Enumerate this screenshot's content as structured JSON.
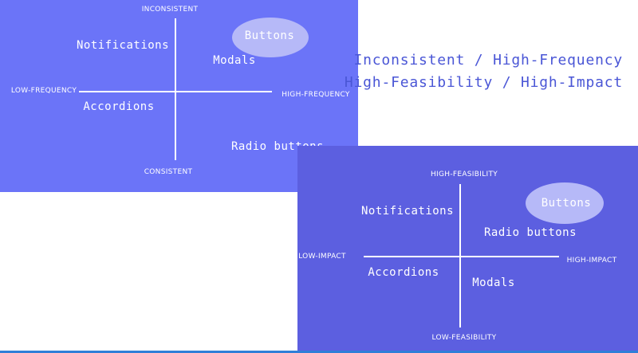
{
  "colors": {
    "panel_top": "#6b74f8",
    "panel_bottom": "#5c5fe0",
    "highlight": "#b6b9f8",
    "title_text": "#4a56d6",
    "bottom_edge": "#2f7fd8"
  },
  "titles": {
    "line1": "Inconsistent / High-Frequency",
    "line2": "High-Feasibility / High-Impact"
  },
  "matrix_frequency": {
    "axis_top": "INCONSISTENT",
    "axis_bottom": "CONSISTENT",
    "axis_left": "LOW-FREQUENCY",
    "axis_right": "HIGH-FREQUENCY",
    "items": {
      "notifications": "Notifications",
      "buttons": "Buttons",
      "modals": "Modals",
      "accordions": "Accordions",
      "radio_buttons": "Radio buttons"
    },
    "highlighted_item": "Buttons"
  },
  "matrix_impact": {
    "axis_top": "HIGH-FEASIBILITY",
    "axis_bottom": "LOW-FEASIBILITY",
    "axis_left": "LOW-IMPACT",
    "axis_right": "HIGH-IMPACT",
    "items": {
      "notifications": "Notifications",
      "buttons": "Buttons",
      "radio_buttons": "Radio buttons",
      "accordions": "Accordions",
      "modals": "Modals"
    },
    "highlighted_item": "Buttons"
  }
}
